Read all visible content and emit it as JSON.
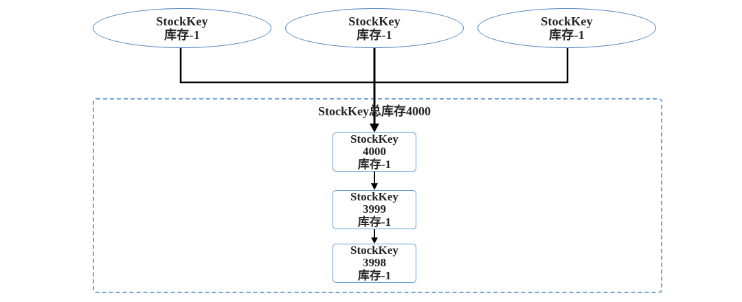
{
  "diagram": {
    "sources": [
      {
        "title": "StockKey",
        "subtitle": "库存-1"
      },
      {
        "title": "StockKey",
        "subtitle": "库存-1"
      },
      {
        "title": "StockKey",
        "subtitle": "库存-1"
      }
    ],
    "pool": {
      "total_label": "StockKey总库存4000"
    },
    "nodes": [
      {
        "title": "StockKey",
        "value": "4000",
        "subtitle": "库存-1"
      },
      {
        "title": "StockKey",
        "value": "3999",
        "subtitle": "库存-1"
      },
      {
        "title": "StockKey",
        "value": "3998",
        "subtitle": "库存-1"
      }
    ],
    "colors": {
      "ellipse_border": "#4a7ebc",
      "node_border": "#5b9bd5",
      "pool_border": "#74a3d8",
      "line": "#000000",
      "text": "#262626"
    }
  }
}
